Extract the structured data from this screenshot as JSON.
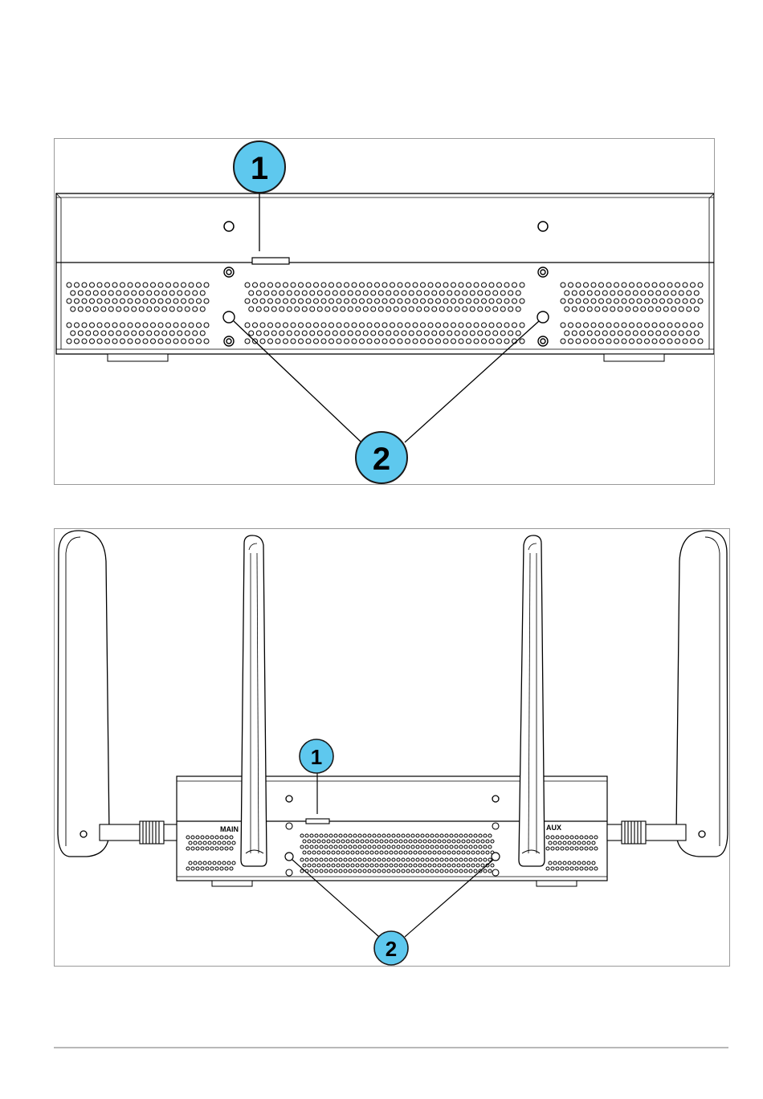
{
  "figures": [
    {
      "id": "top-view",
      "callouts": [
        {
          "label": "1"
        },
        {
          "label": "2"
        }
      ]
    },
    {
      "id": "bottom-view",
      "callouts": [
        {
          "label": "1"
        },
        {
          "label": "2"
        }
      ],
      "port_labels": {
        "left": "MAIN",
        "right": "AUX"
      }
    }
  ],
  "colors": {
    "callout_fill": "#5ec8ee",
    "callout_stroke": "#1a1a1a",
    "line": "#000000",
    "frame": "#9a9a9a",
    "footer_rule": "#b8b8b8"
  }
}
